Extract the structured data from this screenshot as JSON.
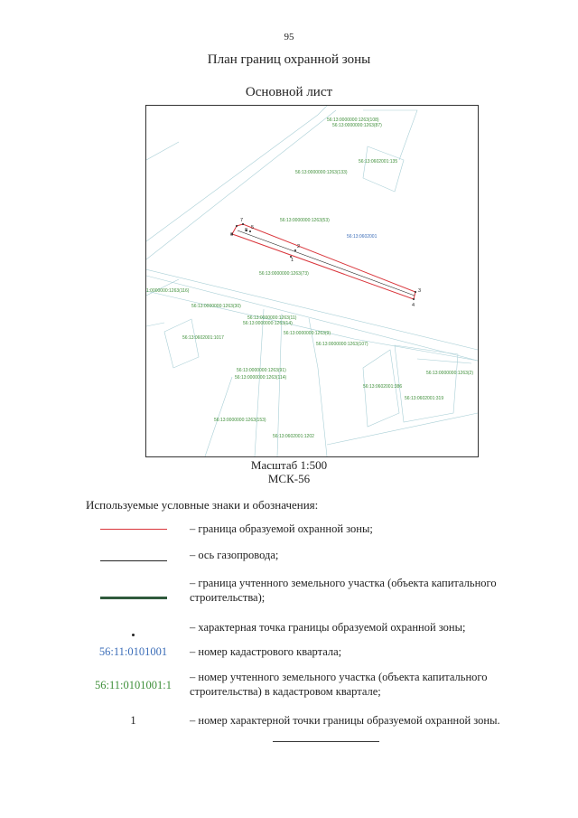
{
  "page_number": "95",
  "title": "План границ охранной зоны",
  "subtitle": "Основной лист",
  "map": {
    "parcel_labels": [
      "56:13:0000000:1263(108)",
      "56:13:0000000:1263(87)",
      "56:13:0602001:135",
      "56:13:0000000:1263(133)",
      "56:13:0000000:1263(53)",
      "56:13:0000000:1263(73)",
      "1:0000000:1263(116)",
      "56:13:0000000:1263(30)",
      "56:13:0000000:1263(11)",
      "56:13:0000000:1263(14)",
      "56:13:0602001:1017",
      "56:13:0000000:1263(9)",
      "56:13:0000000:1263(107)",
      "56:13:0000000:1263(91)",
      "56:13:0000000:1263(114)",
      "56:13:0000000:1263(2)",
      "56:13:0602001:386",
      "56:13:0602001:319",
      "56:13:0000000:1263(153)",
      "56:13:0602001:1202"
    ],
    "quarter_label": "56:13:0602001",
    "point_labels": [
      "1",
      "2",
      "3",
      "4",
      "5",
      "6",
      "7",
      "8"
    ],
    "colors": {
      "zone_boundary": "#d9343a",
      "pipeline_axis": "#222222",
      "parcel_boundary": "#2f5a3c",
      "faint_lines": "#a9cfd6",
      "quarter_code": "#3b6db8",
      "parcel_code": "#3f8f3a"
    }
  },
  "scale": {
    "ratio": "Масштаб 1:500",
    "system": "МСК-56"
  },
  "legend": {
    "heading": "Используемые условные знаки и обозначения:",
    "items": [
      {
        "symbol": "red-line",
        "text": "– граница образуемой охранной зоны;"
      },
      {
        "symbol": "black-line",
        "text": "– ось газопровода;"
      },
      {
        "symbol": "thick-green-line",
        "text": "– граница учтенного земельного участка (объекта капитального строительства);"
      },
      {
        "symbol": "dot",
        "text": "– характерная точка границы образуемой охранной зоны;"
      },
      {
        "symbol": "56:11:0101001",
        "text": "– номер кадастрового квартала;"
      },
      {
        "symbol": "56:11:0101001:1",
        "text": "– номер учтенного земельного участка (объекта капитального строительства) в кадастровом квартале;"
      },
      {
        "symbol": "1",
        "text": "– номер характерной точки границы образуемой охранной зоны."
      }
    ]
  }
}
